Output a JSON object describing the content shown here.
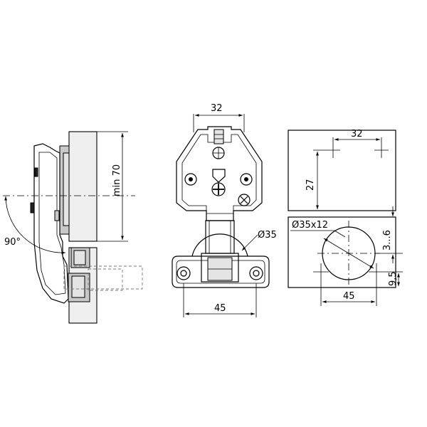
{
  "dimensions": {
    "side_view": {
      "min_height": "min 70",
      "opening_angle": "90°"
    },
    "front_view": {
      "top_width": "32",
      "cup_diameter": "Ø35",
      "base_width": "45"
    },
    "drilling_top": {
      "hole_spacing": "32",
      "edge_distance": "27"
    },
    "drilling_bottom": {
      "cup_bore": "Ø35x12",
      "cup_offset": "3...6",
      "screw_offset": "9,5",
      "screw_spacing": "45"
    }
  }
}
